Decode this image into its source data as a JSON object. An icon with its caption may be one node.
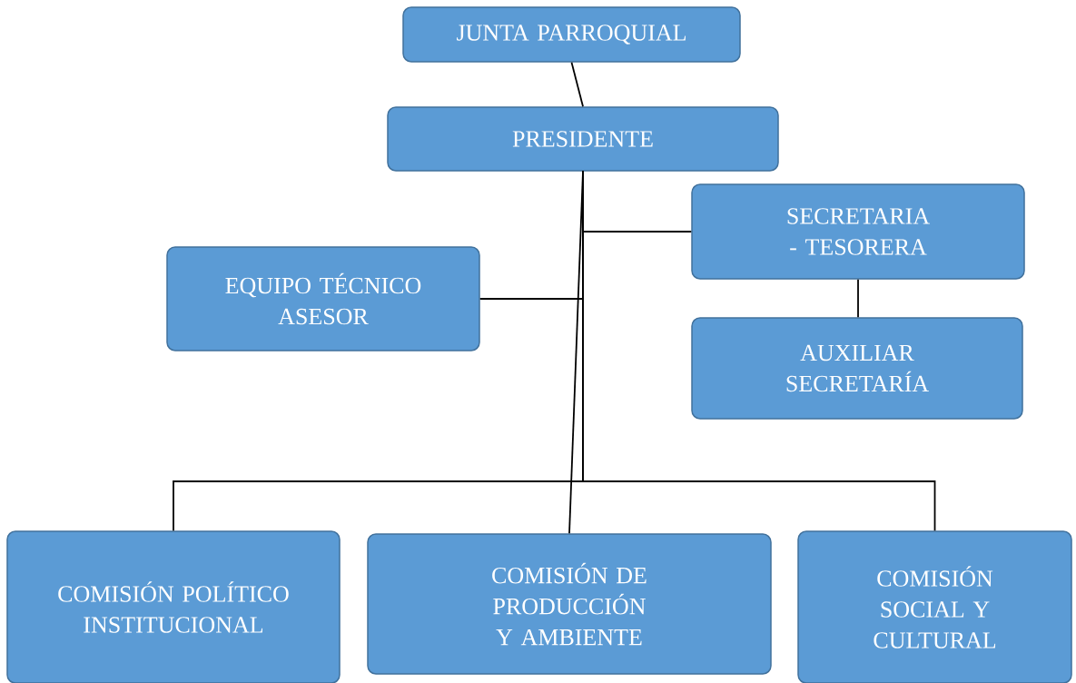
{
  "diagram": {
    "nodes": [
      {
        "text": [
          "JUNTA PARROQUIAL"
        ]
      },
      {
        "text": [
          "PRESIDENTE"
        ]
      },
      {
        "text": [
          "SECRETARIA - TESORERA"
        ]
      },
      {
        "text": [
          "EQUIPO TÉCNICO ASESOR"
        ]
      },
      {
        "text": [
          "AUXILIAR SECRETARÍA"
        ]
      },
      {
        "text": [
          "COMISIÓN POLÍTICO INSTITUCIONAL"
        ]
      },
      {
        "text": [
          "COMISIÓN DE PRODUCCIÓN Y AMBIENTE"
        ]
      },
      {
        "text": [
          "COMISIÓN SOCIAL Y CULTURAL"
        ]
      }
    ],
    "edges": [
      {
        "from": 0,
        "to": 1,
        "arrow": "none"
      },
      {
        "from": 1,
        "to": 2,
        "arrow": "none"
      },
      {
        "from": 1,
        "to": 3,
        "arrow": "none"
      },
      {
        "from": 2,
        "to": 4,
        "arrow": "none"
      },
      {
        "from": 1,
        "to": 5,
        "arrow": "none"
      },
      {
        "from": 1,
        "to": 6,
        "arrow": "none"
      },
      {
        "from": 1,
        "to": 7,
        "arrow": "none"
      }
    ]
  }
}
